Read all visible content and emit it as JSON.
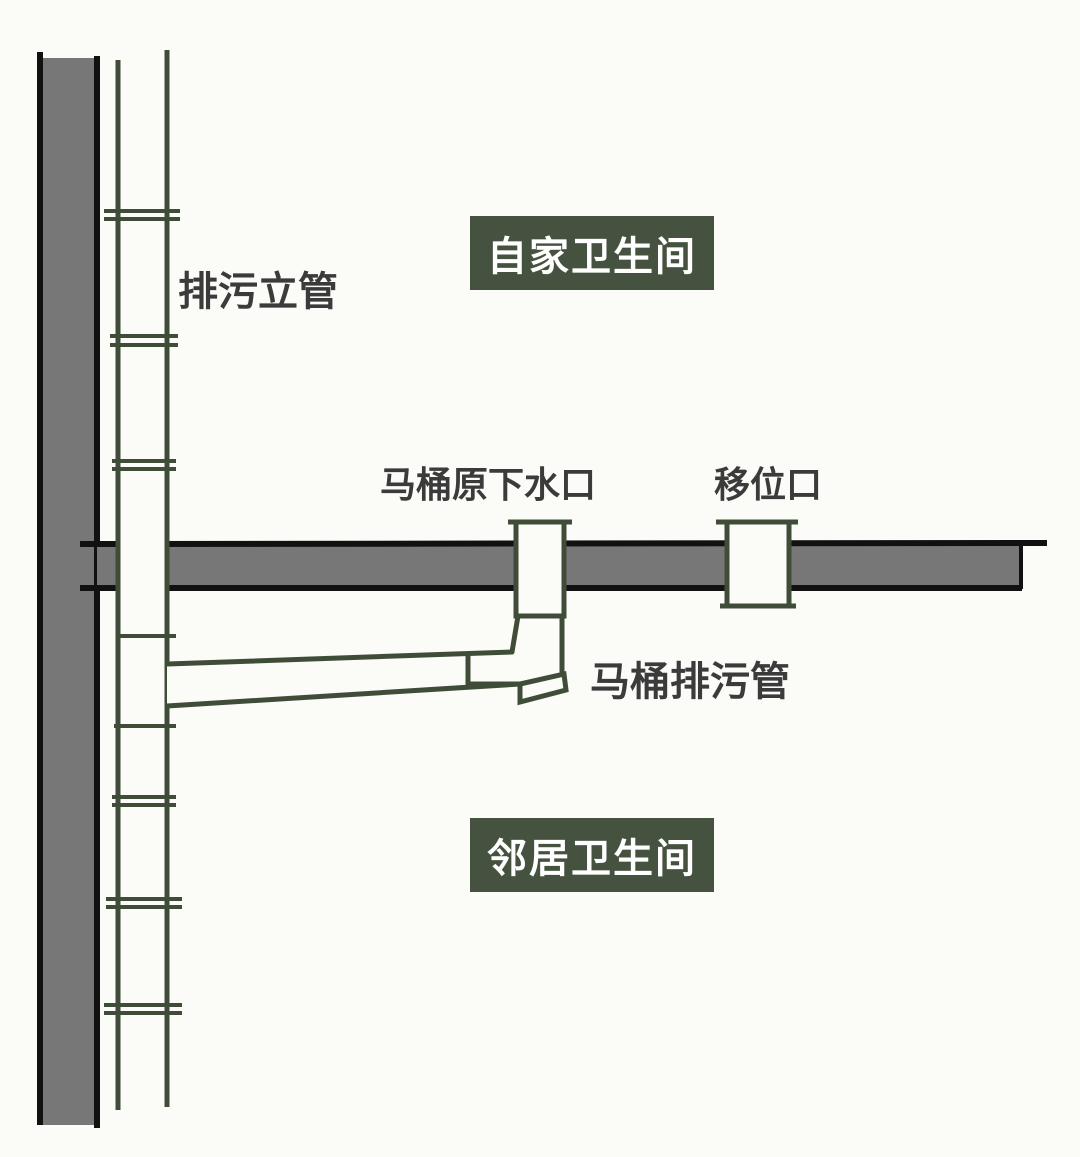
{
  "labels": {
    "stack": "排污立管",
    "own_bathroom": "自家卫生间",
    "neighbor_bathroom": "邻居卫生间",
    "original_outlet": "马桶原下水口",
    "shifted_outlet": "移位口",
    "toilet_drain": "马桶排污管"
  },
  "colors": {
    "wall_gray": "#777777",
    "pipe_green": "#3f4d38",
    "outline_black": "#111111",
    "tag_background": "#45523f",
    "background": "#fbfbf8"
  }
}
